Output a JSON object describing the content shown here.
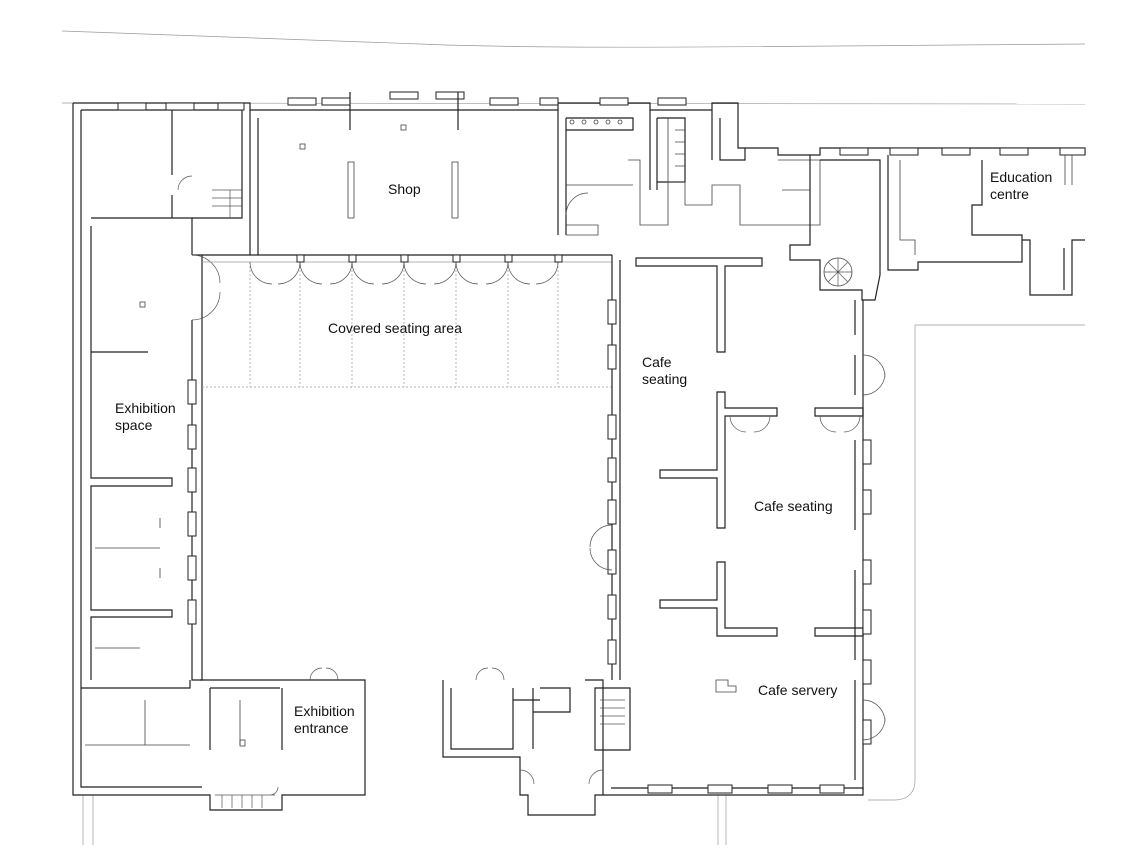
{
  "labels": {
    "shop": "Shop",
    "education_centre": "Education\ncentre",
    "covered_seating_area": "Covered seating area",
    "cafe_seating_1": "Cafe\nseating",
    "exhibition_space": "Exhibition\nspace",
    "cafe_seating_2": "Cafe seating",
    "cafe_servery": "Cafe servery",
    "exhibition_entrance": "Exhibition\nentrance"
  }
}
